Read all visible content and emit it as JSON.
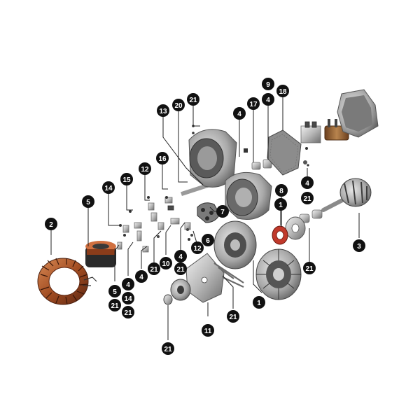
{
  "callouts": [
    {
      "id": "c1",
      "text": "2"
    },
    {
      "id": "c2",
      "text": "5"
    },
    {
      "id": "c3",
      "text": "14"
    },
    {
      "id": "c4",
      "text": "15"
    },
    {
      "id": "c5",
      "text": "12"
    },
    {
      "id": "c6",
      "text": "16"
    },
    {
      "id": "c7",
      "text": "13"
    },
    {
      "id": "c8",
      "text": "20"
    },
    {
      "id": "c9",
      "text": "21"
    },
    {
      "id": "c10",
      "text": "4"
    },
    {
      "id": "c11",
      "text": "17"
    },
    {
      "id": "c12",
      "text": "4"
    },
    {
      "id": "c13",
      "text": "9"
    },
    {
      "id": "c14",
      "text": "18"
    },
    {
      "id": "c15",
      "text": "4"
    },
    {
      "id": "c16",
      "text": "21"
    },
    {
      "id": "c17",
      "text": "8"
    },
    {
      "id": "c18",
      "text": "1"
    },
    {
      "id": "c19",
      "text": "7"
    },
    {
      "id": "c20",
      "text": "6"
    },
    {
      "id": "c21",
      "text": "3"
    },
    {
      "id": "c22",
      "text": "21"
    },
    {
      "id": "c23",
      "text": "1"
    },
    {
      "id": "c24",
      "text": "4"
    },
    {
      "id": "c25",
      "text": "21"
    },
    {
      "id": "c26",
      "text": "12"
    },
    {
      "id": "c27",
      "text": "10"
    },
    {
      "id": "c28",
      "text": "21"
    },
    {
      "id": "c29",
      "text": "4"
    },
    {
      "id": "c30",
      "text": "4"
    },
    {
      "id": "c31",
      "text": "5"
    },
    {
      "id": "c32",
      "text": "21"
    },
    {
      "id": "c33",
      "text": "14"
    },
    {
      "id": "c34",
      "text": "21"
    },
    {
      "id": "c35",
      "text": "11"
    },
    {
      "id": "c36",
      "text": "21"
    },
    {
      "id": "c37",
      "text": "21"
    }
  ],
  "colors": {
    "callout_fill": "#111111",
    "callout_text": "#ffffff",
    "copper": "#b4582c",
    "red_bearing": "#c0392b",
    "metal_light": "#d9d9d9",
    "metal_dark": "#6e6e6e",
    "regulator_brown": "#9c6a3c"
  }
}
